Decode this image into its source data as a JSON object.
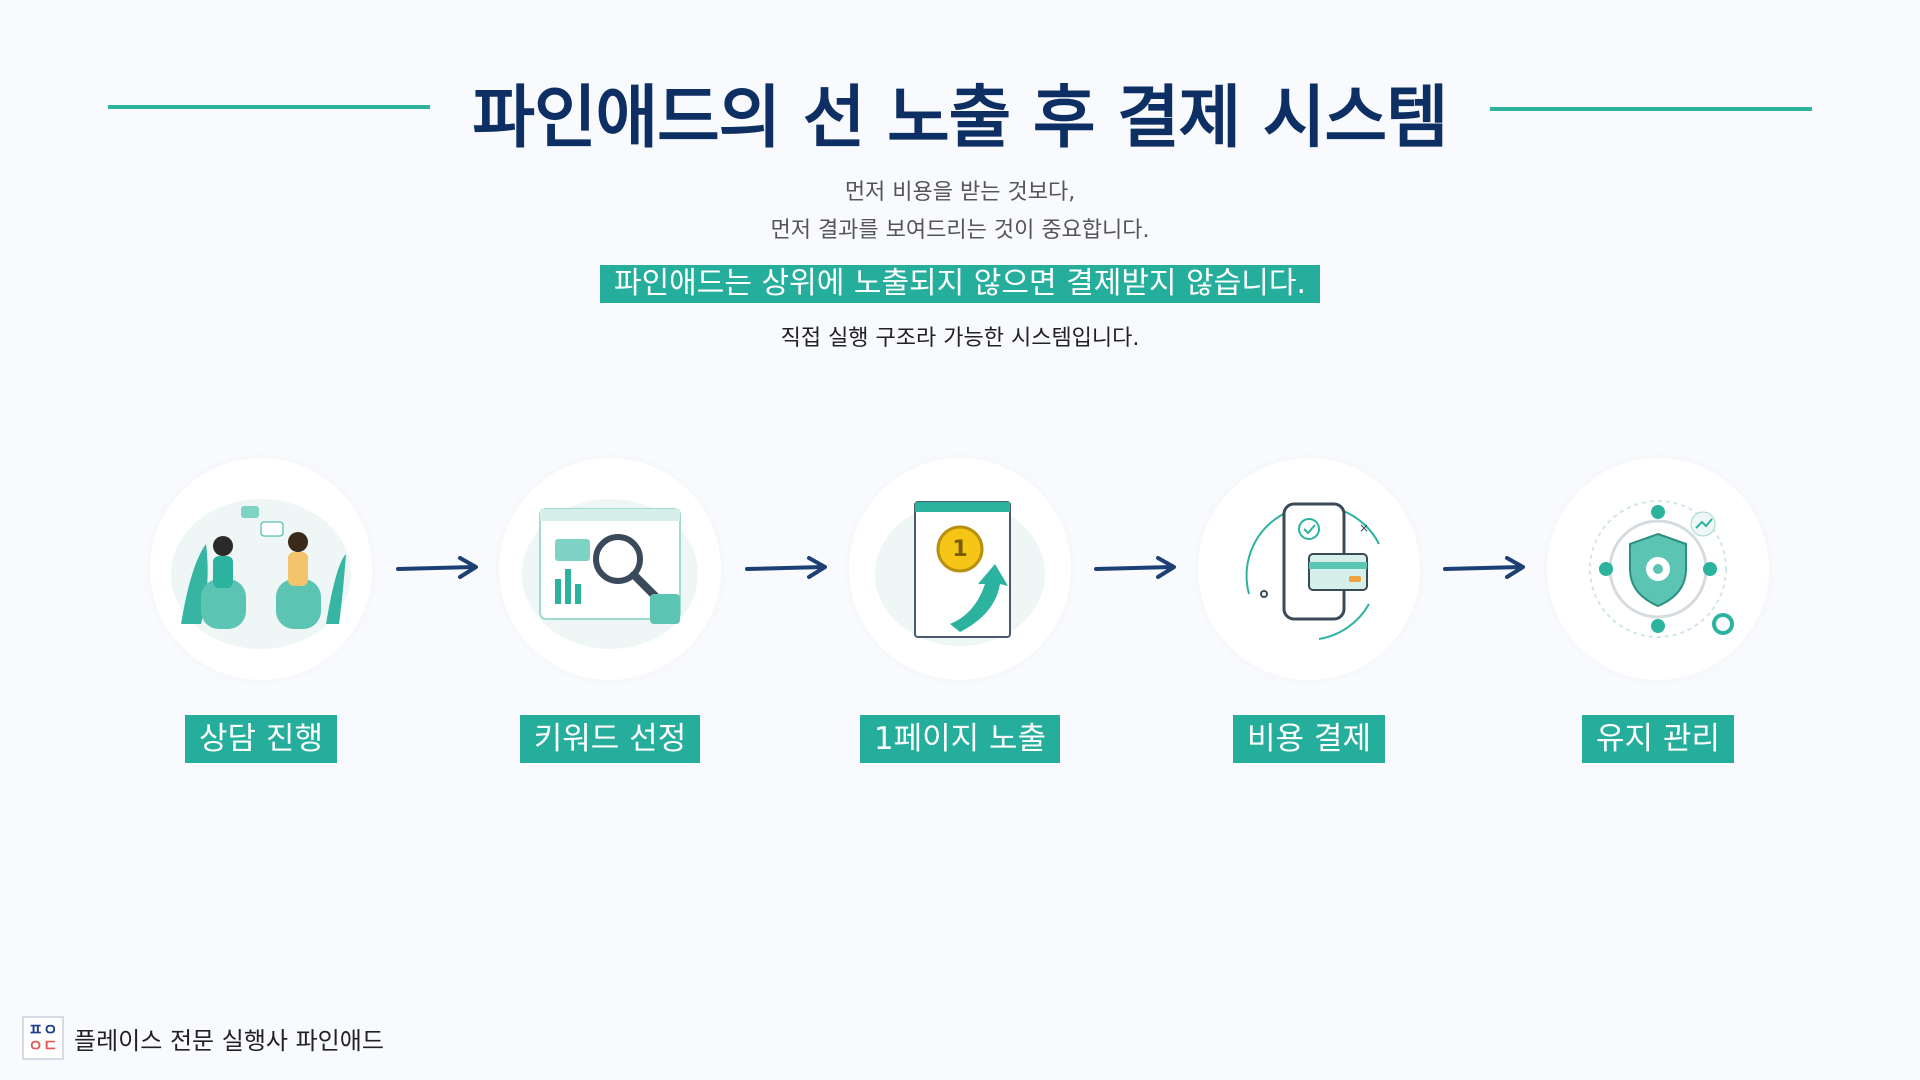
{
  "title": "파인애드의 선 노출 후 결제 시스템",
  "subtitle_line1": "먼저 비용을 받는 것보다,",
  "subtitle_line2": "먼저 결과를 보여드리는 것이 중요합니다.",
  "highlight": "파인애드는 상위에 노출되지 않으면 결제받지 않습니다.",
  "subtitle_line3": "직접 실행 구조라 가능한 시스템입니다.",
  "steps": [
    {
      "label": "상담 진행",
      "icon": "consultation-icon"
    },
    {
      "label": "키워드 선정",
      "icon": "keyword-research-icon"
    },
    {
      "label": "1페이지 노출",
      "icon": "first-page-rank-icon"
    },
    {
      "label": "비용 결제",
      "icon": "mobile-payment-icon"
    },
    {
      "label": "유지 관리",
      "icon": "maintenance-shield-icon"
    }
  ],
  "footer": {
    "logo_top": "ㅍㅇ",
    "logo_bottom": "ㅇㄷ",
    "text": "플레이스 전문 실행사 파인애드"
  },
  "colors": {
    "accent": "#25ae9c",
    "title": "#0e2f63",
    "arrow": "#1d3f73"
  }
}
